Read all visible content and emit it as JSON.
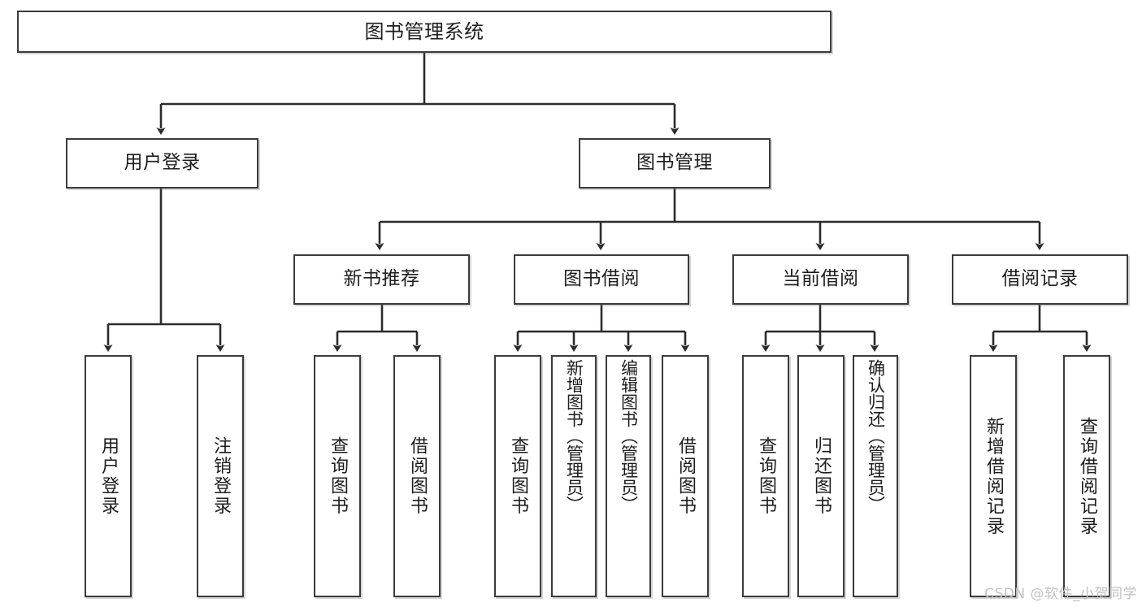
{
  "diagram": {
    "title": "图书管理系统",
    "type": "tree-hierarchy-diagram",
    "watermark": "CSDN @软件_小贺同学",
    "colors": {
      "box_border": "#3b3b3b",
      "box_fill": "#ffffff",
      "connector": "#2b2b2b",
      "text": "#1d1d1d",
      "watermark": "#c2c2c2",
      "page_background": "#ffffff"
    },
    "root": {
      "label": "图书管理系统"
    },
    "level2": [
      {
        "label": "用户登录"
      },
      {
        "label": "图书管理"
      }
    ],
    "level3": [
      {
        "label": "新书推荐"
      },
      {
        "label": "图书借阅"
      },
      {
        "label": "当前借阅"
      },
      {
        "label": "借阅记录"
      }
    ],
    "leaves": {
      "user_login": [
        {
          "label": "用户登录"
        },
        {
          "label": "注销登录"
        }
      ],
      "new_book_recommend": [
        {
          "label": "查询图书"
        },
        {
          "label": "借阅图书"
        }
      ],
      "book_borrow": [
        {
          "label": "查询图书"
        },
        {
          "label": "新增图书（管理员）"
        },
        {
          "label": "编辑图书（管理员）"
        },
        {
          "label": "借阅图书"
        }
      ],
      "current_borrow": [
        {
          "label": "查询图书"
        },
        {
          "label": "归还图书"
        },
        {
          "label": "确认归还（管理员）"
        }
      ],
      "borrow_record": [
        {
          "label": "新增借阅记录"
        },
        {
          "label": "查询借阅记录"
        }
      ]
    }
  }
}
